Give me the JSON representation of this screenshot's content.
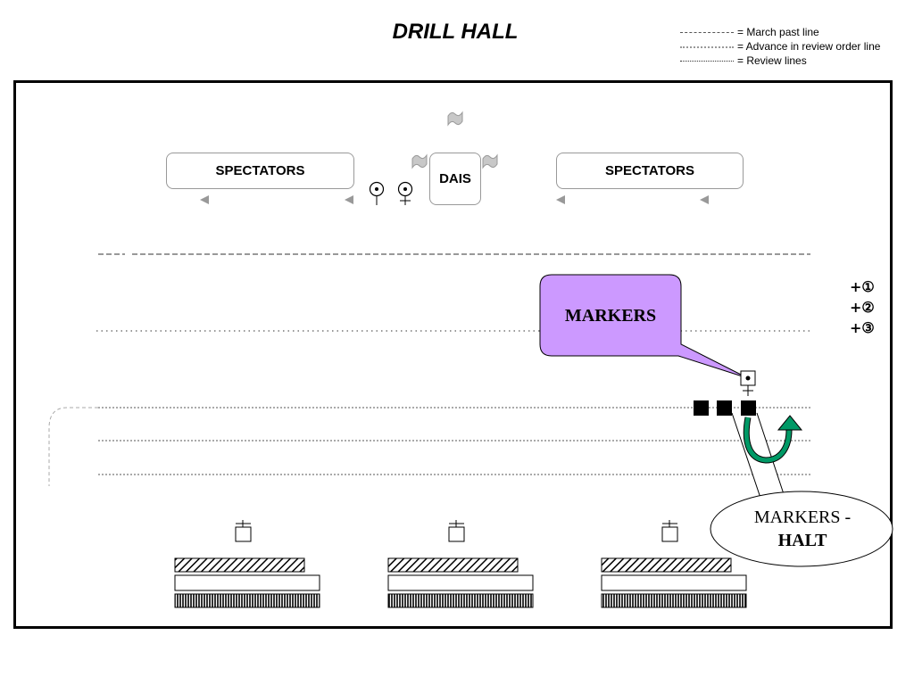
{
  "title": "DRILL HALL",
  "legend": [
    {
      "style": "dashed",
      "label": "= March past line"
    },
    {
      "style": "dotted-wide",
      "label": "= Advance in review order line"
    },
    {
      "style": "dotted-fine",
      "label": "= Review lines"
    }
  ],
  "spectators": [
    {
      "label": "SPECTATORS"
    },
    {
      "label": "SPECTATORS"
    }
  ],
  "dais": {
    "label": "DAIS"
  },
  "reviewing_party": [
    {
      "symbol": "officer-symbol"
    },
    {
      "symbol": "officer-symbol"
    }
  ],
  "rank_markers": [
    {
      "label": "+①"
    },
    {
      "label": "+②"
    },
    {
      "label": "+③"
    }
  ],
  "callouts": {
    "markers": {
      "text": "MARKERS",
      "fill": "#cc99ff"
    },
    "markers_halt": {
      "text_line1": "MARKERS -",
      "text_line2": "HALT",
      "fill": "#ffffff"
    }
  },
  "arrow_color": "#009966",
  "squad_count": 3,
  "marker_squares": 3
}
